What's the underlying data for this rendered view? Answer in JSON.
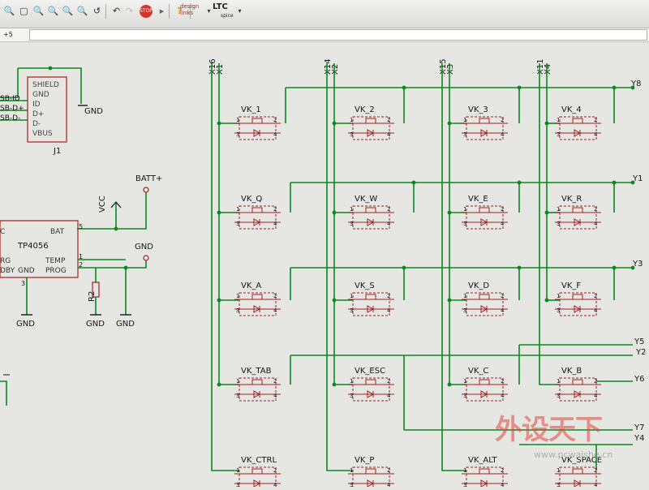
{
  "toolbar": {
    "buttons": [
      "zoom-out",
      "zoom-fit",
      "zoom-in",
      "zoom-out-2",
      "zoom-select",
      "zoom-area",
      "redraw",
      "undo",
      "redo",
      "stop",
      "go",
      "help"
    ],
    "design_links": "design\nlinks",
    "ltc": "LTC",
    "ltc_sub": "spice",
    "cmd_tab": "+5"
  },
  "schematic": {
    "usb_labels": [
      "SHIELD",
      "GND",
      "ID",
      "D+",
      "D-",
      "VBUS"
    ],
    "usb_ref": "J1",
    "usb_nets": [
      "SB-ID",
      "SB-D+",
      "SB-D-"
    ],
    "gnd": "GND",
    "vcc": "VCC",
    "batt": "BATT+",
    "chip_name": "TP4056",
    "chip_pins": [
      "BAT",
      "TEMP",
      "PROG",
      "GND",
      "C",
      "RG",
      "DBY"
    ],
    "chip_pin_nums": [
      "5",
      "1",
      "2",
      "3"
    ],
    "r2": "R2",
    "columns": [
      "X16",
      "X1",
      "X14",
      "X2",
      "X15",
      "X3",
      "X11",
      "X4"
    ],
    "rows": [
      "Y8",
      "Y1",
      "Y3",
      "Y5",
      "Y2",
      "Y6",
      "Y7",
      "Y4"
    ],
    "keys": [
      "VK_1",
      "VK_2",
      "VK_3",
      "VK_4",
      "VK_Q",
      "VK_W",
      "VK_E",
      "VK_R",
      "VK_A",
      "VK_S",
      "VK_D",
      "VK_F",
      "VK_TAB",
      "VK_ESC",
      "VK_C",
      "VK_B",
      "VK_CTRL",
      "VK_P",
      "VK_ALT",
      "VK_SPACE"
    ],
    "pin_nums": [
      "1",
      "2",
      "3",
      "4"
    ]
  },
  "watermark": {
    "main": "外设天下",
    "url": "www.pcwaishe.cn"
  },
  "colors": {
    "wire": "#0a8a1c",
    "part": "#a02020",
    "label": "#151515",
    "canvas": "#e6e6e2"
  }
}
